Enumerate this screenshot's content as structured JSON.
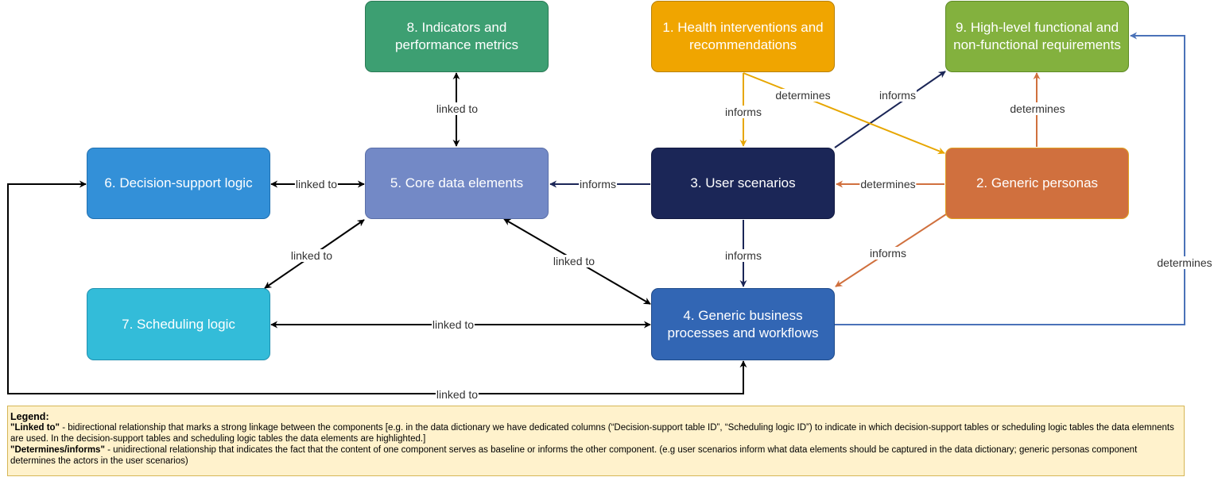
{
  "colors": {
    "black": "#000000",
    "navy": "#1b2657",
    "orange": "#d0703e",
    "yellow": "#e7a600",
    "blue": "#4b72b8"
  },
  "nodes": {
    "n1": {
      "label": "1. Health interventions and recommendations",
      "color": "#f0a500",
      "border": "#b88000"
    },
    "n2": {
      "label": "2. Generic personas",
      "color": "#d0703e",
      "border": "#e0a020"
    },
    "n3": {
      "label": "3. User scenarios",
      "color": "#1b2657",
      "border": "#101840"
    },
    "n4": {
      "label": "4. Generic business processes and workflows",
      "color": "#3266b4",
      "border": "#1e4a8a"
    },
    "n5": {
      "label": "5. Core data elements",
      "color": "#7389c6",
      "border": "#5a6fa8"
    },
    "n6": {
      "label": "6. Decision-support logic",
      "color": "#3390d8",
      "border": "#2070b0"
    },
    "n7": {
      "label": "7. Scheduling logic",
      "color": "#33bcd9",
      "border": "#2090b0"
    },
    "n8": {
      "label": "8. Indicators and performance metrics",
      "color": "#3d9f72",
      "border": "#2a7a55"
    },
    "n9": {
      "label": "9. High-level functional and non-functional requirements",
      "color": "#83b13e",
      "border": "#5e8a25"
    }
  },
  "edge_labels": {
    "n8_n5": "linked to",
    "n1_n3": "informs",
    "n1_n2": "determines",
    "n3_n9": "informs",
    "n2_n9": "determines",
    "n6_n5": "linked to",
    "n3_n5": "informs",
    "n2_n3": "determines",
    "n5_n7": "linked to",
    "n5_n4": "linked to",
    "n3_n4": "informs",
    "n2_n4": "informs",
    "n4_n9": "determines",
    "n7_n4": "linked to",
    "n6_n4": "linked to"
  },
  "legend": {
    "title": "Legend:",
    "linked_term": "\"Linked to\"",
    "linked_text": " - bidirectional relationship that marks a strong linkage between the components [e.g. in the data dictionary we have dedicated columns (“Decision-support table ID”, “Scheduling logic ID”) to indicate in which decision-support tables or scheduling logic tables the data elemnents are used. In the decision-support tables and scheduling logic tables the data elements are highlighted.]",
    "determines_term": "\"Determines/informs\"",
    "determines_text": " - unidirectional relationship that indicates the fact that the content of one component serves as baseline or informs the other component. (e.g user scenarios inform what data elements should be captured in the data dictionary; generic personas component determines the actors in the user scenarios)"
  }
}
